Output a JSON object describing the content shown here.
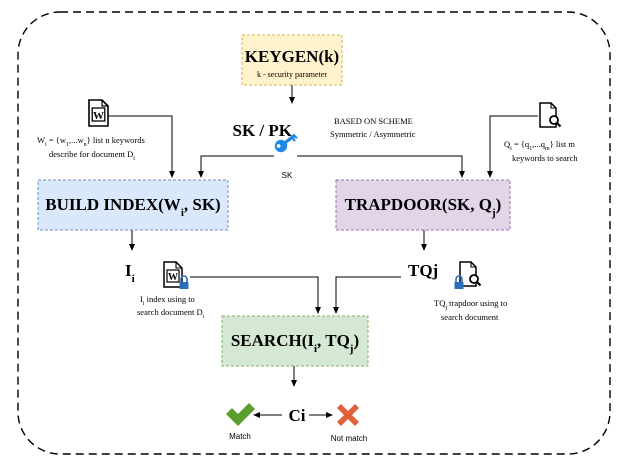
{
  "keygen": {
    "title": "KEYGEN(k)",
    "subtitle": "k - security parameter"
  },
  "sk_pk": {
    "label": "SK / PK",
    "scheme_line1": "BASED ON SCHEME",
    "scheme_line2": "Symmetric / Asymmetric",
    "key_caption": "SK",
    "key_icon": "key-icon"
  },
  "keywords_doc": {
    "icon": "word-document-icon",
    "desc_line1": "W",
    "desc_line1_sub": "i",
    "desc_line1_rest": " = {w",
    "desc_line1_sub2": "1",
    "desc_line1_rest2": ",...w",
    "desc_line1_sub3": "n",
    "desc_line1_rest3": "} list n keywords",
    "desc_line2": "describe for document D",
    "desc_line2_sub": "i"
  },
  "query_doc": {
    "icon": "search-document-icon",
    "desc_line1": "Q",
    "desc_line1_sub": "i",
    "desc_line1_rest": " = {q",
    "desc_line1_sub2": "1",
    "desc_line1_rest2": ",...q",
    "desc_line1_sub3": "m",
    "desc_line1_rest3": "} list m",
    "desc_line2": "keywords to search"
  },
  "build_index": {
    "title_pre": "BUILD INDEX(W",
    "title_sub": "i",
    "title_post": ", SK)",
    "fill": "#dae8fc",
    "stroke": "#6c8ebf"
  },
  "trapdoor": {
    "title_pre": "TRAPDOOR(SK, Q",
    "title_sub": "j",
    "title_post": ")",
    "fill": "#e1d5e7",
    "stroke": "#9673a6"
  },
  "index_out": {
    "label": "I",
    "label_sub": "i",
    "icon": "locked-document-icon",
    "desc_line1_pre": "I",
    "desc_line1_sub": "i",
    "desc_line1_rest": " index using to",
    "desc_line2": "search document D",
    "desc_line2_sub": "i"
  },
  "trapdoor_out": {
    "label": "TQj",
    "icon": "locked-search-icon",
    "desc_line1_pre": "TQ",
    "desc_line1_sub": "j",
    "desc_line1_rest": " trapdoor using to",
    "desc_line2": "search document"
  },
  "search": {
    "title_pre": "SEARCH(I",
    "title_sub": "i",
    "title_mid": ", TQ",
    "title_sub2": "j",
    "title_post": ")",
    "fill": "#d5e8d4",
    "stroke": "#82b366"
  },
  "result": {
    "label": "Ci",
    "match_label": "Match",
    "not_match_label": "Not match",
    "match_icon": "checkmark-icon",
    "not_match_icon": "cross-icon",
    "match_color": "#5a9e2f",
    "not_match_color": "#e0603a"
  },
  "keygen_box": {
    "fill": "#fff2cc",
    "stroke": "#d6b656"
  },
  "key_color": "#1e88e5",
  "lock_color": "#2a6ebb"
}
